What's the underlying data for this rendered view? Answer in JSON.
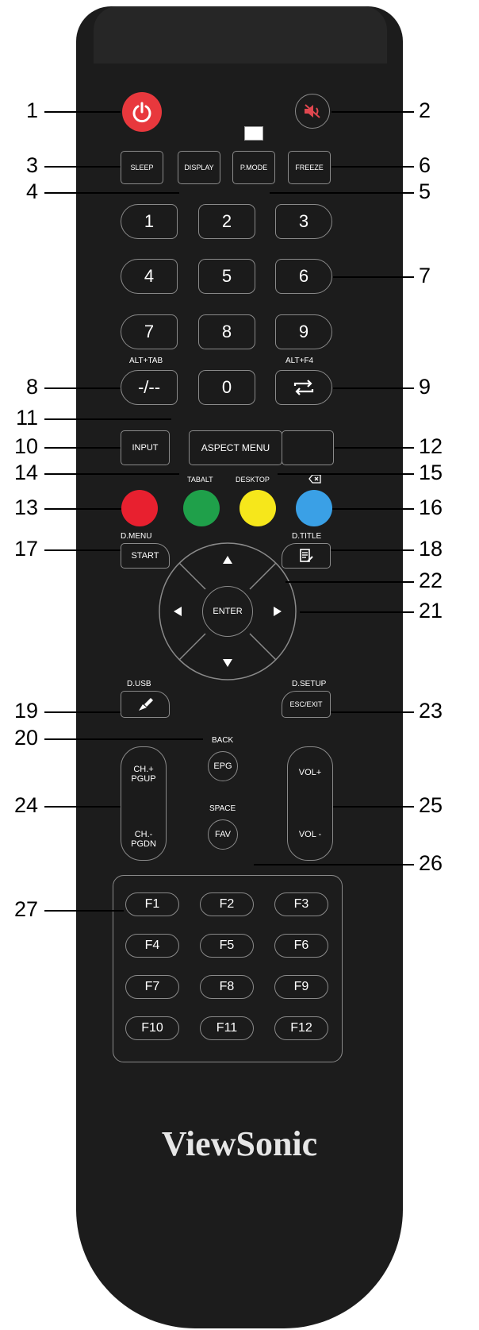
{
  "brand": "ViewSonic",
  "callouts": [
    "1",
    "2",
    "3",
    "4",
    "5",
    "6",
    "7",
    "8",
    "9",
    "10",
    "11",
    "12",
    "13",
    "14",
    "15",
    "16",
    "17",
    "18",
    "19",
    "20",
    "21",
    "22",
    "23",
    "24",
    "25",
    "26",
    "27"
  ],
  "buttons": {
    "sleep": "SLEEP",
    "display": "DISPLAY",
    "pmode": "P.MODE",
    "freeze": "FREEZE",
    "digits": [
      "1",
      "2",
      "3",
      "4",
      "5",
      "6",
      "7",
      "8",
      "9",
      "0"
    ],
    "dash": "-/--",
    "input": "INPUT",
    "aspect": "ASPECT MENU",
    "enter": "ENTER",
    "start": "START",
    "esc": "ESC/EXIT",
    "epg": "EPG",
    "fav": "FAV",
    "ch_up": "CH.+",
    "pgup": "PGUP",
    "ch_down": "CH.-",
    "pgdn": "PGDN",
    "vol_up": "VOL+",
    "vol_down": "VOL -",
    "fkeys": [
      "F1",
      "F2",
      "F3",
      "F4",
      "F5",
      "F6",
      "F7",
      "F8",
      "F9",
      "F10",
      "F11",
      "F12"
    ]
  },
  "labels": {
    "alt_tab": "ALT+TAB",
    "alt_f4": "ALT+F4",
    "tabalt": "TABALT",
    "desktop": "DESKTOP",
    "dmenu": "D.MENU",
    "dtitle": "D.TITLE",
    "dusb": "D.USB",
    "dsetup": "D.SETUP",
    "back": "BACK",
    "space": "SPACE"
  },
  "colors": {
    "power": "#e8383d",
    "red": "#e8202f",
    "green": "#1fa04a",
    "yellow": "#f6e71b",
    "blue": "#3aa0e6",
    "body": "#1c1c1c"
  }
}
